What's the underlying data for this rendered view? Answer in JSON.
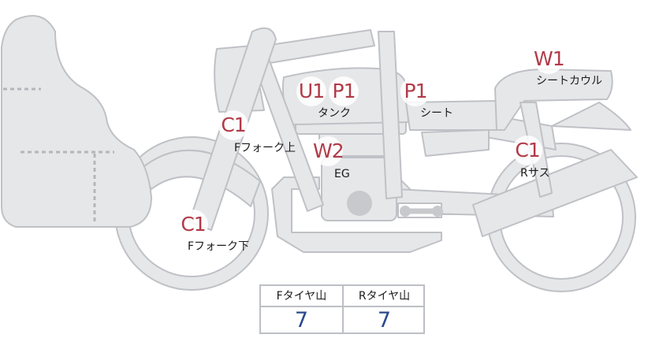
{
  "markers": [
    {
      "id": "c1-fork-upper",
      "code": "C1",
      "label": "Fフォーク上"
    },
    {
      "id": "c1-fork-lower",
      "code": "C1",
      "label": "Fフォーク下"
    },
    {
      "id": "u1-tank",
      "code": "U1"
    },
    {
      "id": "p1-tank",
      "code": "P1",
      "label": "タンク"
    },
    {
      "id": "p1-seat",
      "code": "P1",
      "label": "シート"
    },
    {
      "id": "w2-engine",
      "code": "W2",
      "label": "EG"
    },
    {
      "id": "w1-seat-cowl",
      "code": "W1",
      "label": "シートカウル"
    },
    {
      "id": "c1-rear-suspension",
      "code": "C1",
      "label": "Rサス"
    }
  ],
  "tread_table": {
    "front_header": "Fタイヤ山",
    "rear_header": "Rタイヤ山",
    "front_value": "7",
    "rear_value": "7"
  },
  "colors": {
    "body_fill": "#e6e7e9",
    "body_stroke": "#bfc1c6",
    "marker_text": "#b23a48",
    "table_value": "#2b4a8c"
  }
}
